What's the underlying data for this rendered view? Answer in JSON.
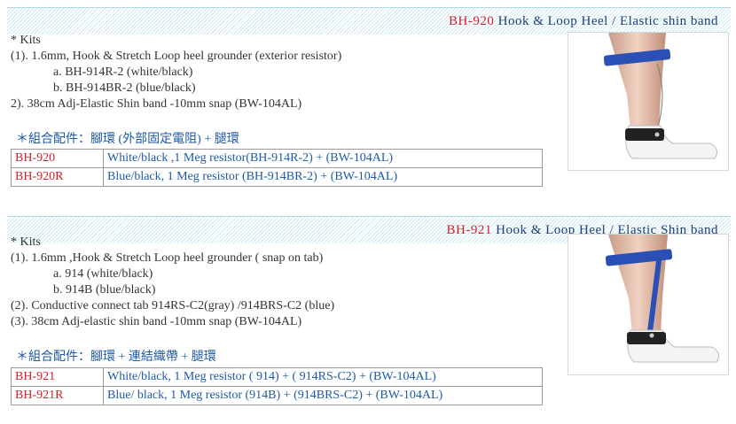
{
  "sections": [
    {
      "code": "BH-920",
      "title": "Hook & Loop Heel / Elastic shin band",
      "lines": [
        "* Kits",
        "(1). 1.6mm, Hook & Stretch Loop heel grounder (exterior resistor)",
        "a. BH-914R-2 (white/black)",
        "b. BH-914BR-2 (blue/black)",
        "2). 38cm Adj-Elastic Shin band -10mm snap (BW-104AL)"
      ],
      "combo": "＊組合配件：腳環 (外部固定電阻) + 腿環",
      "rows": [
        {
          "code": "BH-920",
          "desc": "White/black ,1 Meg resistor(BH-914R-2) + (BW-104AL)"
        },
        {
          "code": "BH-920R",
          "desc": "Blue/black, 1 Meg resistor (BH-914BR-2) + (BW-104AL)"
        }
      ]
    },
    {
      "code": "BH-921",
      "title": "Hook & Loop Heel / Elastic Shin band",
      "lines": [
        "* Kits",
        "(1). 1.6mm ,Hook & Stretch Loop heel grounder ( snap on tab)",
        "a. 914 (white/black)",
        "b. 914B (blue/black)",
        "(2). Conductive connect tab 914RS-C2(gray) /914BRS-C2 (blue)",
        "(3). 38cm Adj-elastic shin band -10mm snap (BW-104AL)"
      ],
      "combo": "＊組合配件：腳環 + 連結織帶 + 腿環",
      "rows": [
        {
          "code": "BH-921",
          "desc": "White/black, 1 Meg resistor ( 914) + ( 914RS-C2) + (BW-104AL)"
        },
        {
          "code": "BH-921R",
          "desc": "Blue/ black, 1 Meg resistor (914B) + (914BRS-C2) + (BW-104AL)"
        }
      ]
    }
  ],
  "colors": {
    "code": "#d0202a",
    "title": "#1d3f7a",
    "link": "#1e5aa8",
    "band": "#cfe9f3"
  }
}
